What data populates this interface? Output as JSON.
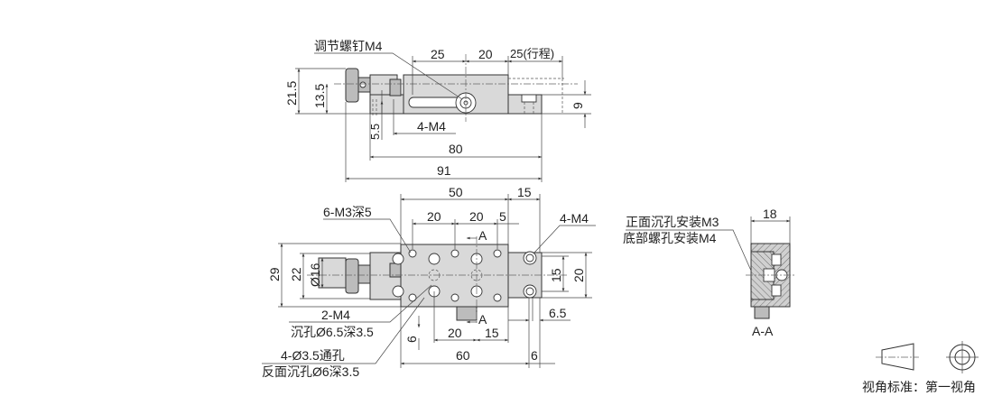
{
  "top_view": {
    "callout_adjust_screw": "调节螺钉M4",
    "dim_25": "25",
    "dim_20": "20",
    "dim_stroke": "25(行程)",
    "dim_21_5": "21.5",
    "dim_13_5": "13.5",
    "dim_9": "9",
    "dim_5_5": "5.5",
    "callout_4m4": "4-M4",
    "dim_80": "80",
    "dim_91": "91"
  },
  "front_view": {
    "dim_50": "50",
    "dim_15_top": "15",
    "dim_20a": "20",
    "dim_20b": "20",
    "dim_5": "5",
    "callout_6m3": "6-M3深5",
    "callout_4m4": "4-M4",
    "section_mark_top": "A",
    "section_mark_bottom": "A",
    "dim_29": "29",
    "dim_22": "22",
    "dim_d16": "Ø16",
    "dim_15_right": "15",
    "dim_20_right": "20",
    "callout_2m4": "2-M4",
    "callout_counterbore": "沉孔Ø6.5深3.5",
    "callout_through": "4-Ø3.5通孔",
    "callout_reverse": "反面沉孔Ø6深3.5",
    "dim_6_left": "6",
    "dim_20_bottom": "20",
    "dim_15_bottom": "15",
    "dim_6_5": "6.5",
    "dim_60": "60",
    "dim_6_right": "6"
  },
  "section_view": {
    "callout_front": "正面沉孔安装M3",
    "callout_bottom": "底部螺孔安装M4",
    "dim_18": "18",
    "label": "A-A"
  },
  "projection": {
    "label": "视角标准：第一视角"
  }
}
